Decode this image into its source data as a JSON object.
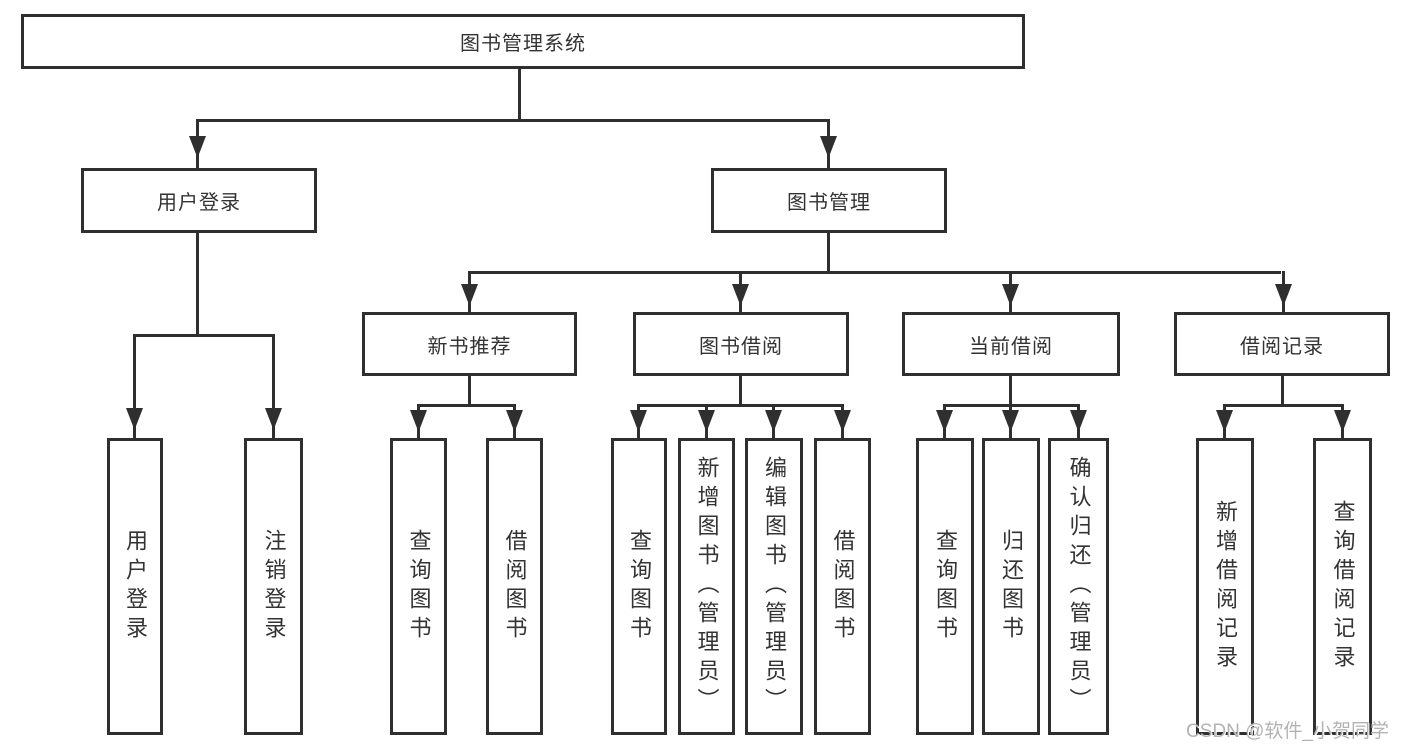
{
  "root": {
    "label": "图书管理系统"
  },
  "branches": {
    "login": {
      "label": "用户登录",
      "children": [
        {
          "label": "用户登录"
        },
        {
          "label": "注销登录"
        }
      ]
    },
    "mgmt": {
      "label": "图书管理",
      "groups": [
        {
          "label": "新书推荐",
          "children": [
            {
              "label": "查询图书"
            },
            {
              "label": "借阅图书"
            }
          ]
        },
        {
          "label": "图书借阅",
          "children": [
            {
              "label": "查询图书"
            },
            {
              "label": "新增图书（管理员）"
            },
            {
              "label": "编辑图书（管理员）"
            },
            {
              "label": "借阅图书"
            }
          ]
        },
        {
          "label": "当前借阅",
          "children": [
            {
              "label": "查询图书"
            },
            {
              "label": "归还图书"
            },
            {
              "label": "确认归还（管理员）"
            }
          ]
        },
        {
          "label": "借阅记录",
          "children": [
            {
              "label": "新增借阅记录"
            },
            {
              "label": "查询借阅记录"
            }
          ]
        }
      ]
    }
  },
  "watermark": {
    "text": "CSDN @软件_小贺同学"
  },
  "colors": {
    "line": "#2f2f2f",
    "text": "#333333",
    "watermark": "#b3b3b3",
    "background": "#ffffff"
  }
}
